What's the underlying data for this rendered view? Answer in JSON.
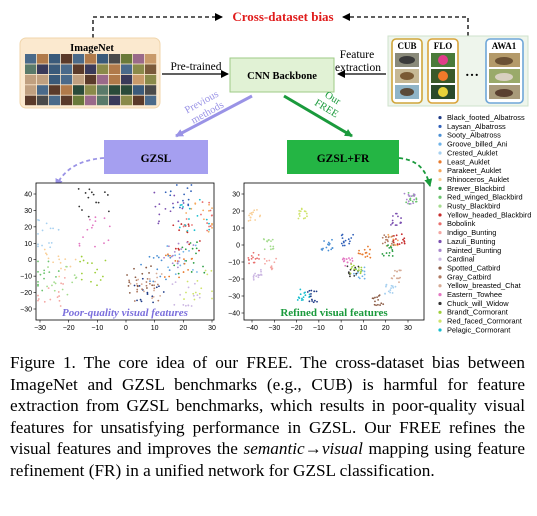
{
  "figure": {
    "bias_label": "Cross-dataset bias",
    "imagenet_label": "ImageNet",
    "pretrained_label": "Pre-trained",
    "backbone_label": "CNN Backbone",
    "feature_extraction_label": [
      "Feature",
      "extraction"
    ],
    "dataset_labels": [
      "CUB",
      "FLO",
      "AWA1"
    ],
    "ellipsis": "…",
    "previous_methods_label": [
      "Previous",
      "methods"
    ],
    "our_free_label": [
      "Our",
      "FREE"
    ],
    "gzsl_label": "GZSL",
    "gzsl_fr_label": "GZSL+FR",
    "left_plot_caption": "Poor-quality visual features",
    "right_plot_caption": "Refined visual features",
    "left_x_ticks": [
      "−30",
      "−20",
      "−10",
      "0",
      "10",
      "20",
      "30"
    ],
    "left_y_ticks": [
      "40",
      "30",
      "20",
      "10",
      "0",
      "−10",
      "−20",
      "−30"
    ],
    "right_x_ticks": [
      "−40",
      "−30",
      "−20",
      "−10",
      "0",
      "10",
      "20",
      "30"
    ],
    "right_y_ticks": [
      "30",
      "20",
      "10",
      "0",
      "−10",
      "−20",
      "−30",
      "−40"
    ],
    "legend": [
      {
        "name": "Black_footed_Albatross",
        "color": "#1f3b87"
      },
      {
        "name": "Laysan_Albatross",
        "color": "#2f5fb8"
      },
      {
        "name": "Sooty_Albatross",
        "color": "#4a8fd4"
      },
      {
        "name": "Groove_billed_Ani",
        "color": "#6fb3e8"
      },
      {
        "name": "Crested_Auklet",
        "color": "#a6d0f0"
      },
      {
        "name": "Least_Auklet",
        "color": "#e8792b"
      },
      {
        "name": "Parakeet_Auklet",
        "color": "#f5a85c"
      },
      {
        "name": "Rhinoceros_Auklet",
        "color": "#f9cf97"
      },
      {
        "name": "Brewer_Blackbird",
        "color": "#2e9e46"
      },
      {
        "name": "Red_winged_Blackbird",
        "color": "#6cc46e"
      },
      {
        "name": "Rusty_Blackbird",
        "color": "#a5dc8f"
      },
      {
        "name": "Yellow_headed_Blackbird",
        "color": "#c62a2a"
      },
      {
        "name": "Bobolink",
        "color": "#e9706e"
      },
      {
        "name": "Indigo_Bunting",
        "color": "#f4a7a3"
      },
      {
        "name": "Lazuli_Bunting",
        "color": "#7b4fb0"
      },
      {
        "name": "Painted_Bunting",
        "color": "#a886cc"
      },
      {
        "name": "Cardinal",
        "color": "#cbb6e2"
      },
      {
        "name": "Spotted_Catbird",
        "color": "#8a5a44"
      },
      {
        "name": "Gray_Catbird",
        "color": "#b07a62"
      },
      {
        "name": "Yellow_breasted_Chat",
        "color": "#d6ab96"
      },
      {
        "name": "Eastern_Towhee",
        "color": "#e377c2"
      },
      {
        "name": "Chuck_will_Widow",
        "color": "#333333"
      },
      {
        "name": "Brandt_Cormorant",
        "color": "#9ecf3a"
      },
      {
        "name": "Red_faced_Cormorant",
        "color": "#cfe36a"
      },
      {
        "name": "Pelagic_Cormorant",
        "color": "#17becf"
      }
    ]
  },
  "caption": [
    {
      "t": "Figure 1. The core idea of our FREE. The cross-dataset bias between ImageNet and GZSL benchmarks (e.g., CUB) is harmful for feature extraction from GZSL benchmarks, which results in poor-quality visual features for unsatisfying performance in GZSL. Our FREE refines the visual features and improves the "
    },
    {
      "t": "semantic→visual",
      "i": true
    },
    {
      "t": " mapping using feature refinement (FR) in a unified network for GZSL classification."
    }
  ]
}
